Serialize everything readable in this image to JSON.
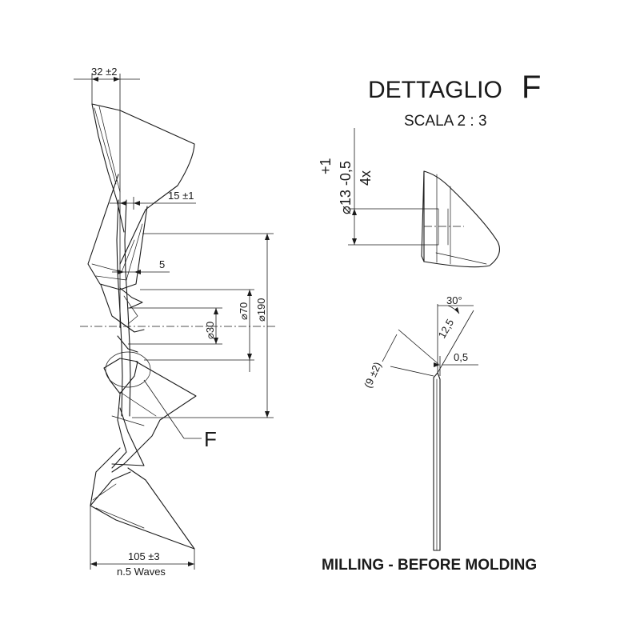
{
  "detail_title": "DETTAGLIO",
  "detail_letter": "F",
  "scale_label": "SCALA 2 : 3",
  "callout_letter": "F",
  "dimensions": {
    "width_top": "32 ±2",
    "hub_offset": "15 ±1",
    "offset_5": "5",
    "dia_30": "⌀30",
    "dia_70": "⌀70",
    "dia_190": "⌀190",
    "length_105": "105 ±3",
    "waves": "n.5 Waves",
    "hole_tol_plus": "+1",
    "hole_dia": "⌀13 -0,5",
    "hole_count": "4x",
    "angle": "30°",
    "chamfer_len": "12,5",
    "chamfer_depth": "0,5",
    "thickness": "(9 ±2)"
  },
  "footer_note": "MILLING - BEFORE MOLDING"
}
